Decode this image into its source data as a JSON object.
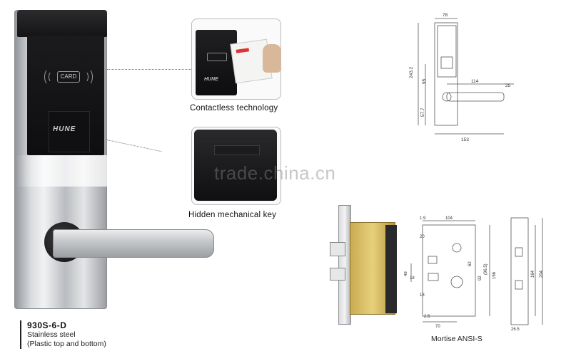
{
  "lock": {
    "card_label": "CARD",
    "brand": "HUNE"
  },
  "insets": {
    "contactless_caption": "Contactless technology",
    "mechanical_caption": "Hidden mechanical key",
    "mini_brand": "HUNE"
  },
  "watermark": "trade.china.cn",
  "product": {
    "model": "930S-6-D",
    "material": "Stainless steel",
    "note": "(Plastic top and bottom)"
  },
  "drawing_top": {
    "dims": [
      "78",
      "243.2",
      "95",
      "114",
      "25",
      "57.7",
      "153"
    ]
  },
  "drawing_bottom": {
    "dims": [
      "1.9",
      "104",
      "20",
      "48",
      "18",
      "62",
      "(96.5)",
      "92",
      "156",
      "18",
      "2.5",
      "70",
      "164",
      "204",
      "26.5"
    ],
    "caption": "Mortise ANSI-S"
  },
  "colors": {
    "black_panel": "#141416",
    "steel": "#c7c9cc",
    "brass": "#e0c46e"
  }
}
